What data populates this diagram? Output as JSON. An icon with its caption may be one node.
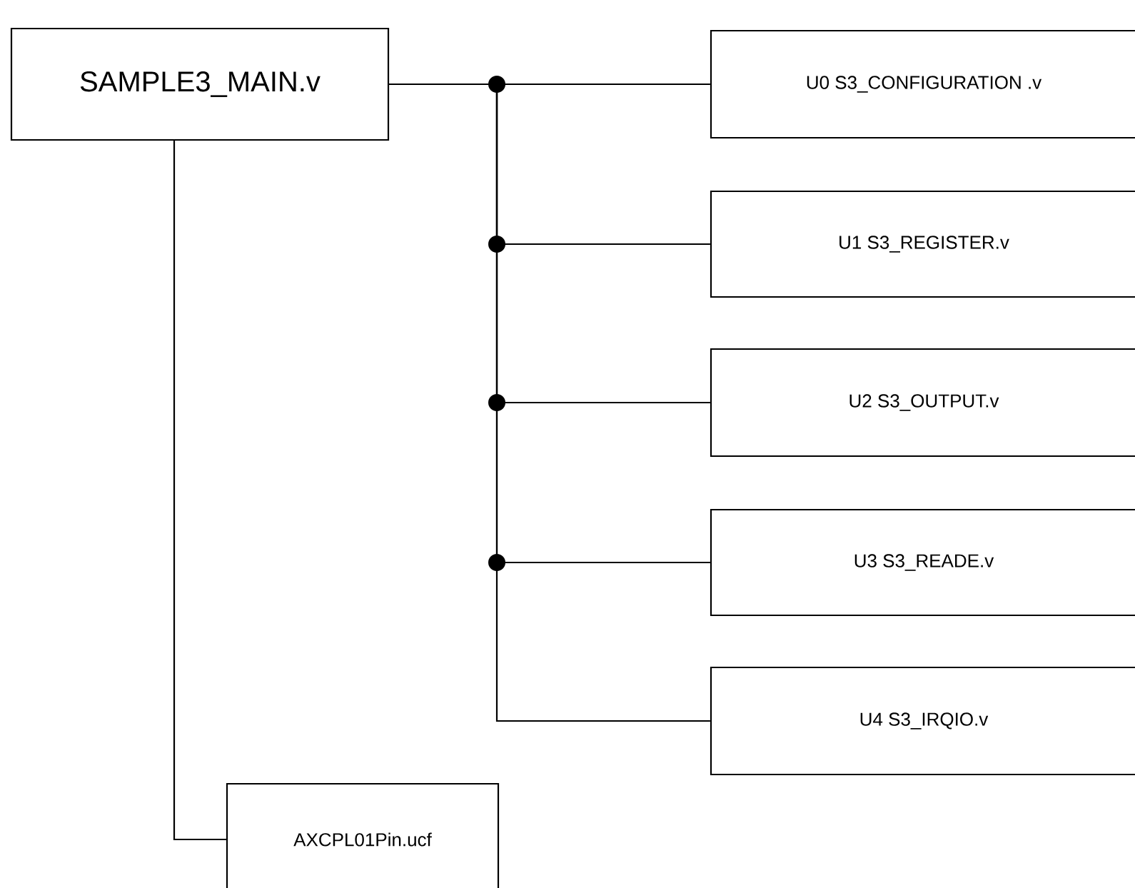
{
  "diagram": {
    "nodes": [
      {
        "text": [
          "SAMPLE3_MAIN.v"
        ]
      },
      {
        "text": [
          "U0  S3_CONFIGURATION .v"
        ]
      },
      {
        "text": [
          "U1 S3_REGISTER.v"
        ]
      },
      {
        "text": [
          "U2 S3_OUTPUT.v"
        ]
      },
      {
        "text": [
          "U3 S3_READE.v"
        ]
      },
      {
        "text": [
          "U4  S3_IRQIO.v"
        ]
      },
      {
        "text": [
          "AXCPL01Pin.ucf"
        ]
      }
    ],
    "edges": [
      {
        "from": 0,
        "to": 1,
        "arrow": "none"
      },
      {
        "from": 0,
        "to": 2,
        "arrow": "none"
      },
      {
        "from": 0,
        "to": 3,
        "arrow": "none"
      },
      {
        "from": 0,
        "to": 4,
        "arrow": "none"
      },
      {
        "from": 0,
        "to": 5,
        "arrow": "none"
      },
      {
        "from": 0,
        "to": 6,
        "arrow": "none"
      }
    ]
  }
}
